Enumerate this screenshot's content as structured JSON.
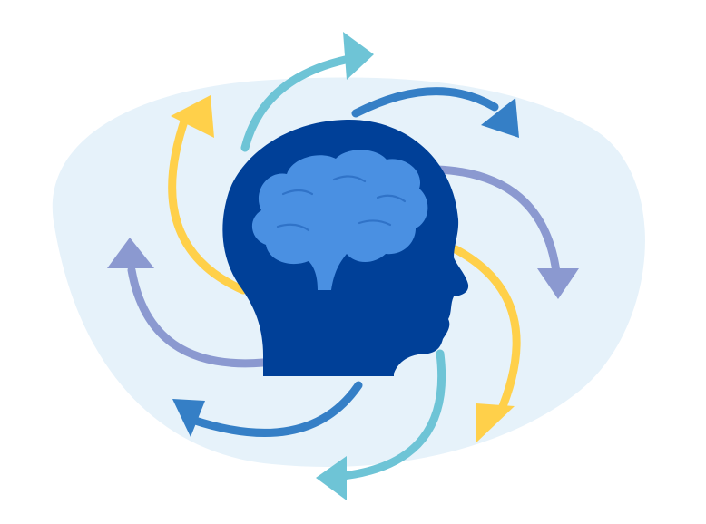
{
  "illustration": {
    "subject": "head-with-brain-and-radiating-arrows",
    "colors": {
      "backdrop": "#e6f2fa",
      "head": "#004098",
      "brain": "#4a90e2",
      "arrow_teal": "#6ec4d6",
      "arrow_blue": "#357fc6",
      "arrow_lavender": "#8b99d0",
      "arrow_yellow": "#ffd04a"
    },
    "arrows": [
      {
        "name": "arrow-top-teal",
        "color": "arrow_teal",
        "icon": "curved-arrow-icon"
      },
      {
        "name": "arrow-top-right-blue",
        "color": "arrow_blue",
        "icon": "curved-arrow-icon"
      },
      {
        "name": "arrow-right-lavender",
        "color": "arrow_lavender",
        "icon": "curved-arrow-icon"
      },
      {
        "name": "arrow-bottom-right-yellow",
        "color": "arrow_yellow",
        "icon": "curved-arrow-icon"
      },
      {
        "name": "arrow-bottom-teal",
        "color": "arrow_teal",
        "icon": "curved-arrow-icon"
      },
      {
        "name": "arrow-bottom-left-blue",
        "color": "arrow_blue",
        "icon": "curved-arrow-icon"
      },
      {
        "name": "arrow-left-lavender",
        "color": "arrow_lavender",
        "icon": "curved-arrow-icon"
      },
      {
        "name": "arrow-top-left-yellow",
        "color": "arrow_yellow",
        "icon": "curved-arrow-icon"
      }
    ]
  }
}
